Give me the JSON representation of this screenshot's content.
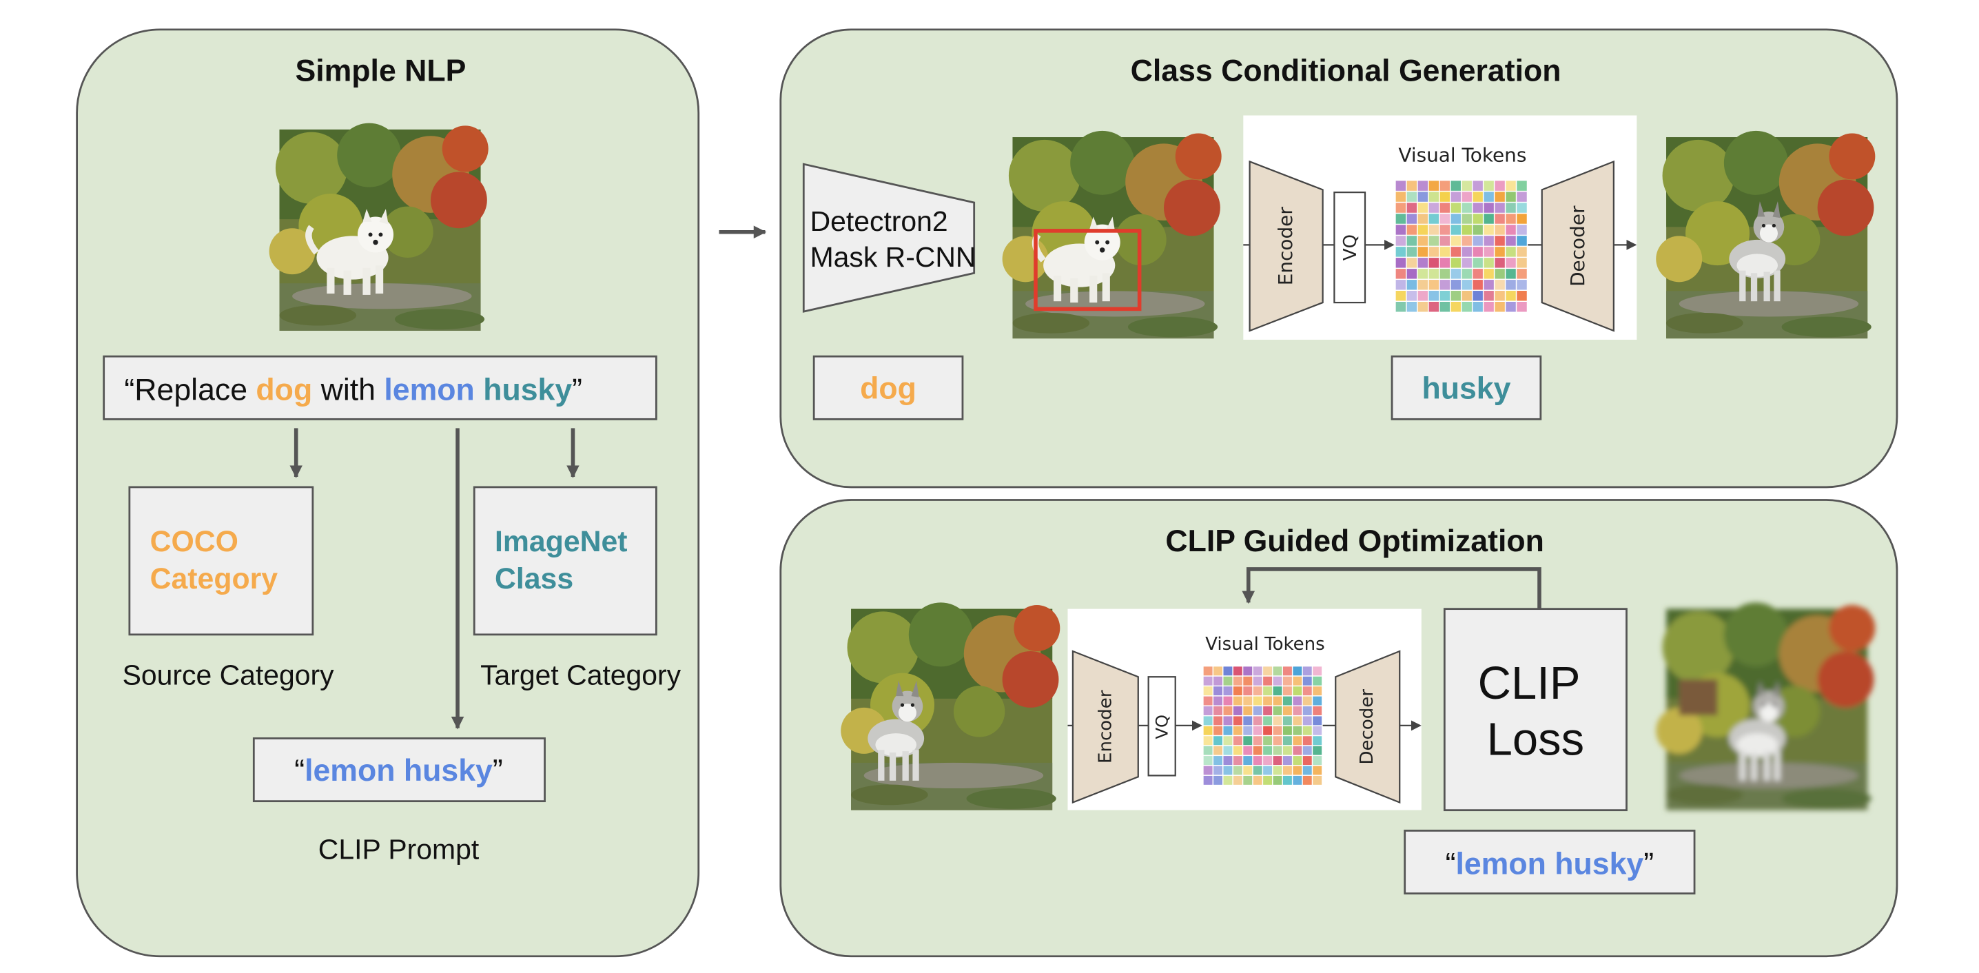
{
  "colors": {
    "panel_fill": "#dde8d3",
    "panel_stroke": "#555555",
    "box_fill": "#efefef",
    "box_stroke": "#555555",
    "arrow": "#555555",
    "orange": "#f5aa4c",
    "teal": "#3e8e9a",
    "blue": "#5a86e0",
    "net_fill": "#e8dccb",
    "red_box": "#e03c2c",
    "text": "#111111"
  },
  "simple_nlp": {
    "title": "Simple NLP",
    "image_alt": "white dog on hillside",
    "instruction": {
      "open_quote": "“",
      "prefix": "Replace ",
      "source_word": "dog",
      "middle": " with ",
      "target_word_1": "lemon",
      "space": " ",
      "target_word_2": "husky",
      "close_quote": "”"
    },
    "source_box": {
      "line1": "COCO",
      "line2": "Category"
    },
    "source_caption": "Source Category",
    "target_box": {
      "line1": "ImageNet",
      "line2": "Class"
    },
    "target_caption": "Target Category",
    "prompt_box": {
      "open_quote": "“",
      "text": "lemon husky",
      "close_quote": "”"
    },
    "prompt_caption": "CLIP Prompt"
  },
  "class_conditional": {
    "title": "Class Conditional Generation",
    "detector": {
      "line1": "Detectron2",
      "line2": "Mask R-CNN"
    },
    "input_image_alt": "white dog with detection box",
    "codec": {
      "encoder": "Encoder",
      "vq": "VQ",
      "tokens_label": "Visual Tokens",
      "decoder": "Decoder"
    },
    "output_image_alt": "generated husky",
    "source_label": "dog",
    "target_label": "husky"
  },
  "clip_guided": {
    "title": "CLIP Guided Optimization",
    "input_image_alt": "husky on hillside",
    "codec": {
      "encoder": "Encoder",
      "vq": "VQ",
      "tokens_label": "Visual Tokens",
      "decoder": "Decoder"
    },
    "loss": {
      "line1": "CLIP",
      "line2": "Loss"
    },
    "output_image_alt": "optimized husky",
    "prompt": {
      "open_quote": "“",
      "text": "lemon husky",
      "close_quote": "”"
    }
  }
}
